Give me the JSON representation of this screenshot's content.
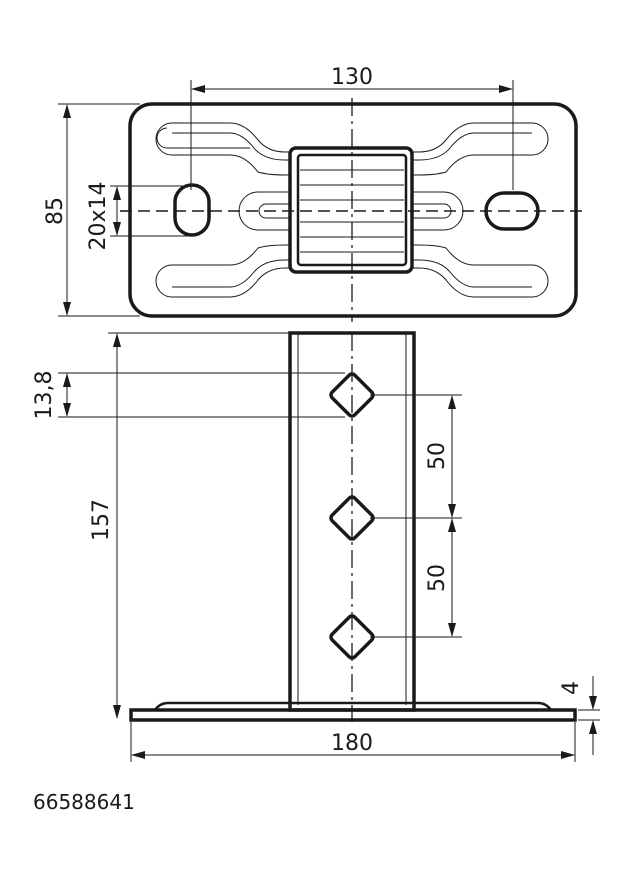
{
  "drawing": {
    "top_view": {
      "hole_spacing": "130",
      "plate_width": "85",
      "slot_size": "20x14"
    },
    "side_view": {
      "hole_size": "13,8",
      "height": "157",
      "hole_pitch_1": "50",
      "hole_pitch_2": "50",
      "base_length": "180",
      "base_thickness": "4"
    },
    "part_number": "66588641"
  }
}
